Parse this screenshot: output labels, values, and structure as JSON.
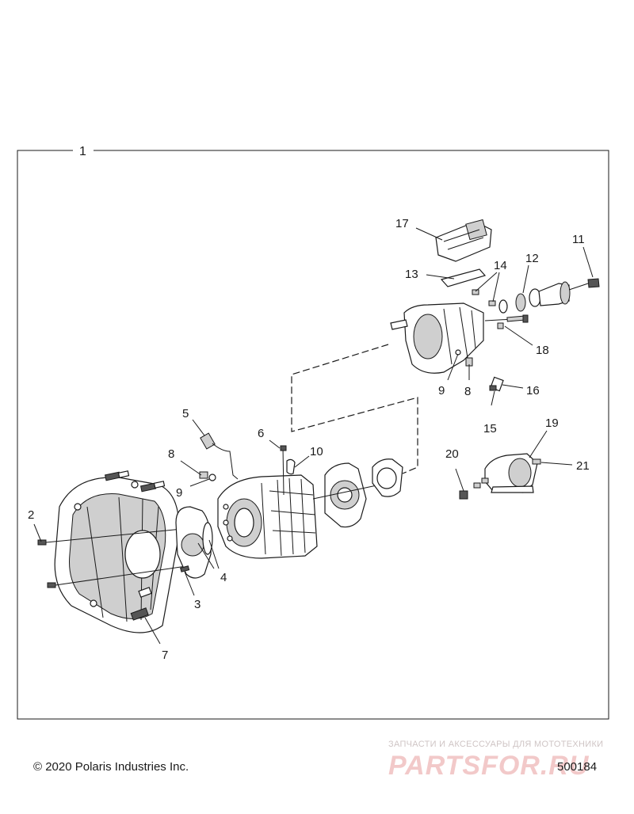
{
  "frame_label": "1",
  "callouts": {
    "c2": "2",
    "c3": "3",
    "c4": "4",
    "c5": "5",
    "c6": "6",
    "c7": "7",
    "c8a": "8",
    "c8b": "8",
    "c9a": "9",
    "c9b": "9",
    "c10": "10",
    "c11": "11",
    "c12": "12",
    "c13": "13",
    "c14": "14",
    "c15": "15",
    "c16": "16",
    "c17": "17",
    "c18": "18",
    "c19": "19",
    "c20": "20",
    "c21": "21"
  },
  "footer": {
    "copyright": "© 2020 Polaris Industries Inc.",
    "figure_number": "500184"
  },
  "watermark": {
    "tagline": "ЗАПЧАСТИ И АКСЕССУАРЫ ДЛЯ МОТОТЕХНИКИ",
    "logo": "PARTSFOR.RU"
  }
}
